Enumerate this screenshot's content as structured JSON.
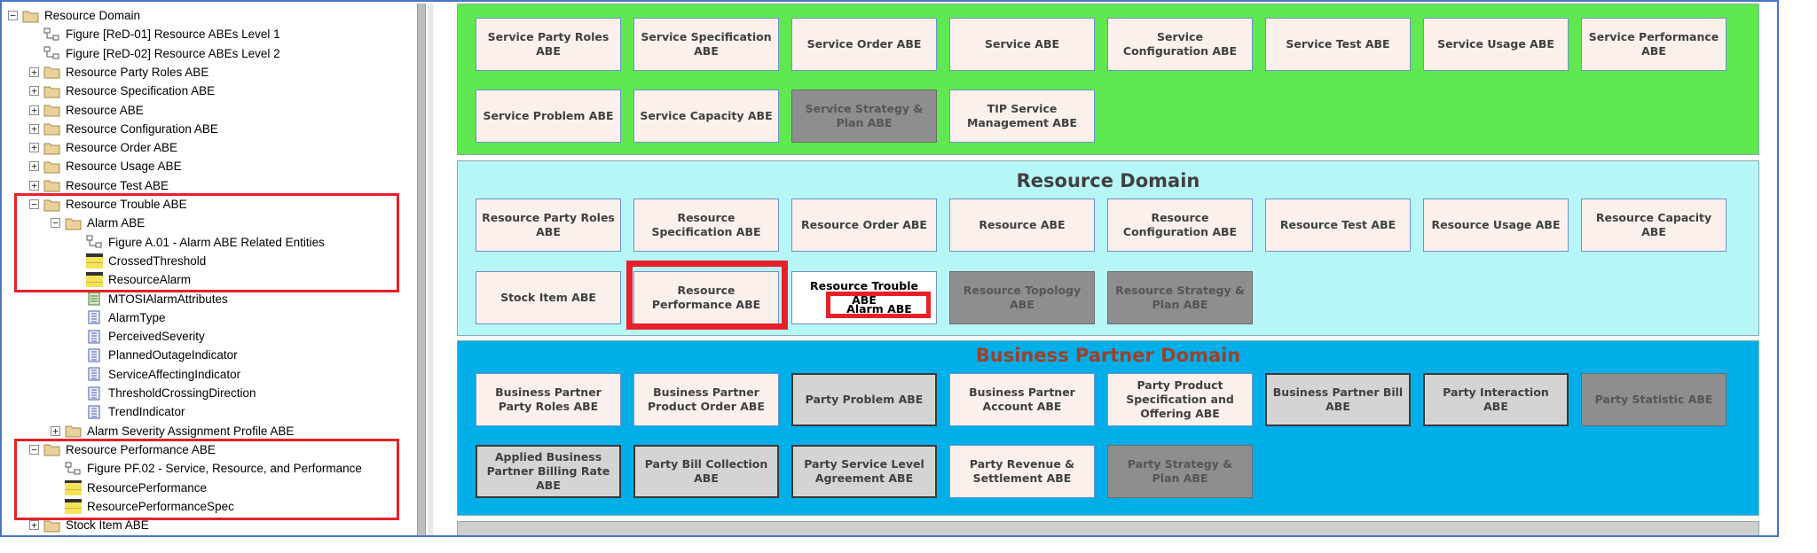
{
  "tree": {
    "items": [
      {
        "label": "Resource Domain",
        "type": "folder",
        "toggle": "−"
      },
      {
        "label": "Figure [ReD-01] Resource ABEs Level 1",
        "type": "diagram",
        "toggle": ""
      },
      {
        "label": "Figure [ReD-02] Resource ABEs Level 2",
        "type": "diagram",
        "toggle": ""
      },
      {
        "label": "Resource Party Roles ABE",
        "type": "folder",
        "toggle": "+"
      },
      {
        "label": "Resource Specification ABE",
        "type": "folder",
        "toggle": "+"
      },
      {
        "label": "Resource ABE",
        "type": "folder",
        "toggle": "+"
      },
      {
        "label": "Resource Configuration ABE",
        "type": "folder",
        "toggle": "+"
      },
      {
        "label": "Resource Order ABE",
        "type": "folder",
        "toggle": "+"
      },
      {
        "label": "Resource Usage ABE",
        "type": "folder",
        "toggle": "+"
      },
      {
        "label": "Resource Test ABE",
        "type": "folder",
        "toggle": "+"
      },
      {
        "label": "Resource Trouble ABE",
        "type": "folder",
        "toggle": "−"
      },
      {
        "label": "Alarm ABE",
        "type": "folder",
        "toggle": "−"
      },
      {
        "label": "Figure A.01 - Alarm ABE Related Entities",
        "type": "diagram",
        "toggle": ""
      },
      {
        "label": "CrossedThreshold",
        "type": "class",
        "toggle": ""
      },
      {
        "label": "ResourceAlarm",
        "type": "class",
        "toggle": ""
      },
      {
        "label": "MTOSIAlarmAttributes",
        "type": "datatype",
        "toggle": ""
      },
      {
        "label": "AlarmType",
        "type": "enum",
        "toggle": ""
      },
      {
        "label": "PerceivedSeverity",
        "type": "enum",
        "toggle": ""
      },
      {
        "label": "PlannedOutageIndicator",
        "type": "enum",
        "toggle": ""
      },
      {
        "label": "ServiceAffectingIndicator",
        "type": "enum",
        "toggle": ""
      },
      {
        "label": "ThresholdCrossingDirection",
        "type": "enum",
        "toggle": ""
      },
      {
        "label": "TrendIndicator",
        "type": "enum",
        "toggle": ""
      },
      {
        "label": "Alarm Severity Assignment Profile ABE",
        "type": "folder",
        "toggle": "+"
      },
      {
        "label": "Resource Performance ABE",
        "type": "folder",
        "toggle": "−"
      },
      {
        "label": "Figure PF.02 - Service, Resource, and Performance",
        "type": "diagram",
        "toggle": ""
      },
      {
        "label": "ResourcePerformance",
        "type": "class",
        "toggle": ""
      },
      {
        "label": "ResourcePerformanceSpec",
        "type": "class",
        "toggle": ""
      },
      {
        "label": "Stock Item ABE",
        "type": "folder",
        "toggle": "+"
      }
    ]
  },
  "service_domain": {
    "abes": [
      {
        "label": "Service Party Roles ABE",
        "style": "normal"
      },
      {
        "label": "Service Specification ABE",
        "style": "normal"
      },
      {
        "label": "Service Order ABE",
        "style": "normal"
      },
      {
        "label": "Service ABE",
        "style": "normal"
      },
      {
        "label": "Service Configuration ABE",
        "style": "normal"
      },
      {
        "label": "Service Test ABE",
        "style": "normal"
      },
      {
        "label": "Service Usage ABE",
        "style": "normal"
      },
      {
        "label": "Service Performance ABE",
        "style": "normal"
      },
      {
        "label": "Service Problem ABE",
        "style": "normal"
      },
      {
        "label": "Service Capacity ABE",
        "style": "normal"
      },
      {
        "label": "Service Strategy & Plan ABE",
        "style": "gray"
      },
      {
        "label": "TIP Service Management ABE",
        "style": "normal"
      }
    ]
  },
  "resource_domain": {
    "title": "Resource Domain",
    "abes": [
      {
        "label": "Resource Party Roles ABE",
        "style": "normal"
      },
      {
        "label": "Resource Specification ABE",
        "style": "normal"
      },
      {
        "label": "Resource Order ABE",
        "style": "normal"
      },
      {
        "label": "Resource ABE",
        "style": "normal"
      },
      {
        "label": "Resource Configuration ABE",
        "style": "normal"
      },
      {
        "label": "Resource Test ABE",
        "style": "normal"
      },
      {
        "label": "Resource Usage ABE",
        "style": "normal"
      },
      {
        "label": "Resource Capacity ABE",
        "style": "normal"
      },
      {
        "label": "Stock Item ABE",
        "style": "normal"
      },
      {
        "label": "Resource Performance ABE",
        "style": "normal"
      },
      {
        "label": "Resource Trouble ABE",
        "style": "white"
      },
      {
        "label": "Resource Topology ABE",
        "style": "gray"
      },
      {
        "label": "Resource Strategy & Plan ABE",
        "style": "gray"
      }
    ],
    "alarm_label": "Alarm ABE"
  },
  "business_partner_domain": {
    "title": "Business Partner Domain",
    "abes": [
      {
        "label": "Business Partner Party Roles ABE",
        "style": "normal"
      },
      {
        "label": "Business Partner Product Order ABE",
        "style": "normal"
      },
      {
        "label": "Party Problem ABE",
        "style": "lgray"
      },
      {
        "label": "Business Partner Account ABE",
        "style": "normal"
      },
      {
        "label": "Party Product Specification and Offering ABE",
        "style": "normal"
      },
      {
        "label": "Business Partner Bill ABE",
        "style": "lgray"
      },
      {
        "label": "Party Interaction ABE",
        "style": "lgray"
      },
      {
        "label": "Party Statistic ABE",
        "style": "gray"
      },
      {
        "label": "Applied Business Partner Billing Rate ABE",
        "style": "lgray"
      },
      {
        "label": "Party Bill Collection ABE",
        "style": "lgray"
      },
      {
        "label": "Party Service Level Agreement ABE",
        "style": "lgray"
      },
      {
        "label": "Party Revenue & Settlement ABE",
        "style": "normal"
      },
      {
        "label": "Party Strategy & Plan ABE",
        "style": "gray"
      }
    ]
  },
  "colors": {
    "service_bg": "#5fe84f",
    "resource_bg": "#b7f6f6",
    "partner_bg": "#00aee8",
    "enterprise_bg": "#cfcfcf",
    "highlight": "#e8202a",
    "frame": "#4a74c9"
  }
}
